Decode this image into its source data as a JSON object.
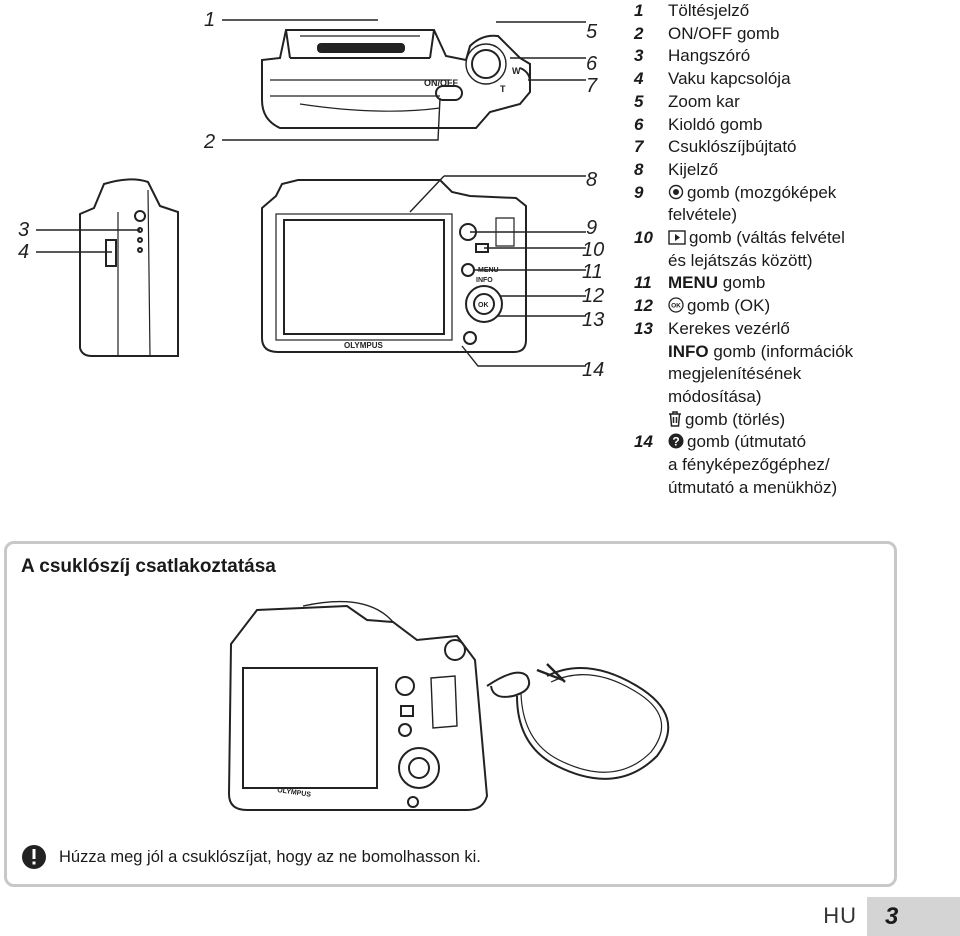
{
  "callouts": [
    "1",
    "2",
    "3",
    "4",
    "5",
    "6",
    "7",
    "8",
    "9",
    "10",
    "11",
    "12",
    "13",
    "14"
  ],
  "camera_labels": {
    "on_off": "ON/OFF",
    "zoom_w": "W",
    "zoom_t": "T",
    "menu": "MENU",
    "info": "INFO",
    "ok": "OK",
    "brand": "OLYMPUS"
  },
  "parts": [
    {
      "num": "1",
      "lines": [
        "Töltésjelző"
      ]
    },
    {
      "num": "2",
      "lines": [
        "ON/OFF gomb"
      ]
    },
    {
      "num": "3",
      "lines": [
        "Hangszóró"
      ]
    },
    {
      "num": "4",
      "lines": [
        "Vaku kapcsolója"
      ]
    },
    {
      "num": "5",
      "lines": [
        "Zoom kar"
      ]
    },
    {
      "num": "6",
      "lines": [
        "Kioldó gomb"
      ]
    },
    {
      "num": "7",
      "lines": [
        "Csuklószíjbújtató"
      ]
    },
    {
      "num": "8",
      "lines": [
        "Kijelző"
      ]
    },
    {
      "num": "9",
      "icon": "movie-record-icon",
      "lines": [
        "gomb (mozgóképek",
        "felvétele)"
      ]
    },
    {
      "num": "10",
      "icon": "playback-icon",
      "lines": [
        "gomb (váltás felvétel",
        "és lejátszás között)"
      ]
    },
    {
      "num": "11",
      "prefix": "MENU",
      "lines": [
        "gomb"
      ]
    },
    {
      "num": "12",
      "icon": "ok-icon",
      "lines": [
        "gomb (OK)"
      ]
    },
    {
      "num": "13",
      "lines": [
        "Kerekes vezérlő"
      ],
      "sub": [
        {
          "prefix": "INFO",
          "lines": [
            "gomb (információk",
            "megjelenítésének",
            "módosítása)"
          ]
        },
        {
          "icon": "trash-icon",
          "lines": [
            "gomb (törlés)"
          ]
        }
      ]
    },
    {
      "num": "14",
      "icon": "help-icon",
      "lines": [
        "gomb (útmutató",
        "a fényképezőgéphez/",
        "útmutató a menükhöz)"
      ]
    }
  ],
  "strap": {
    "title": "A csuklószíj csatlakoztatása",
    "note": "Húzza meg jól a csuklószíjat, hogy az ne bomolhasson ki."
  },
  "footer": {
    "lang": "HU",
    "page": "3"
  }
}
